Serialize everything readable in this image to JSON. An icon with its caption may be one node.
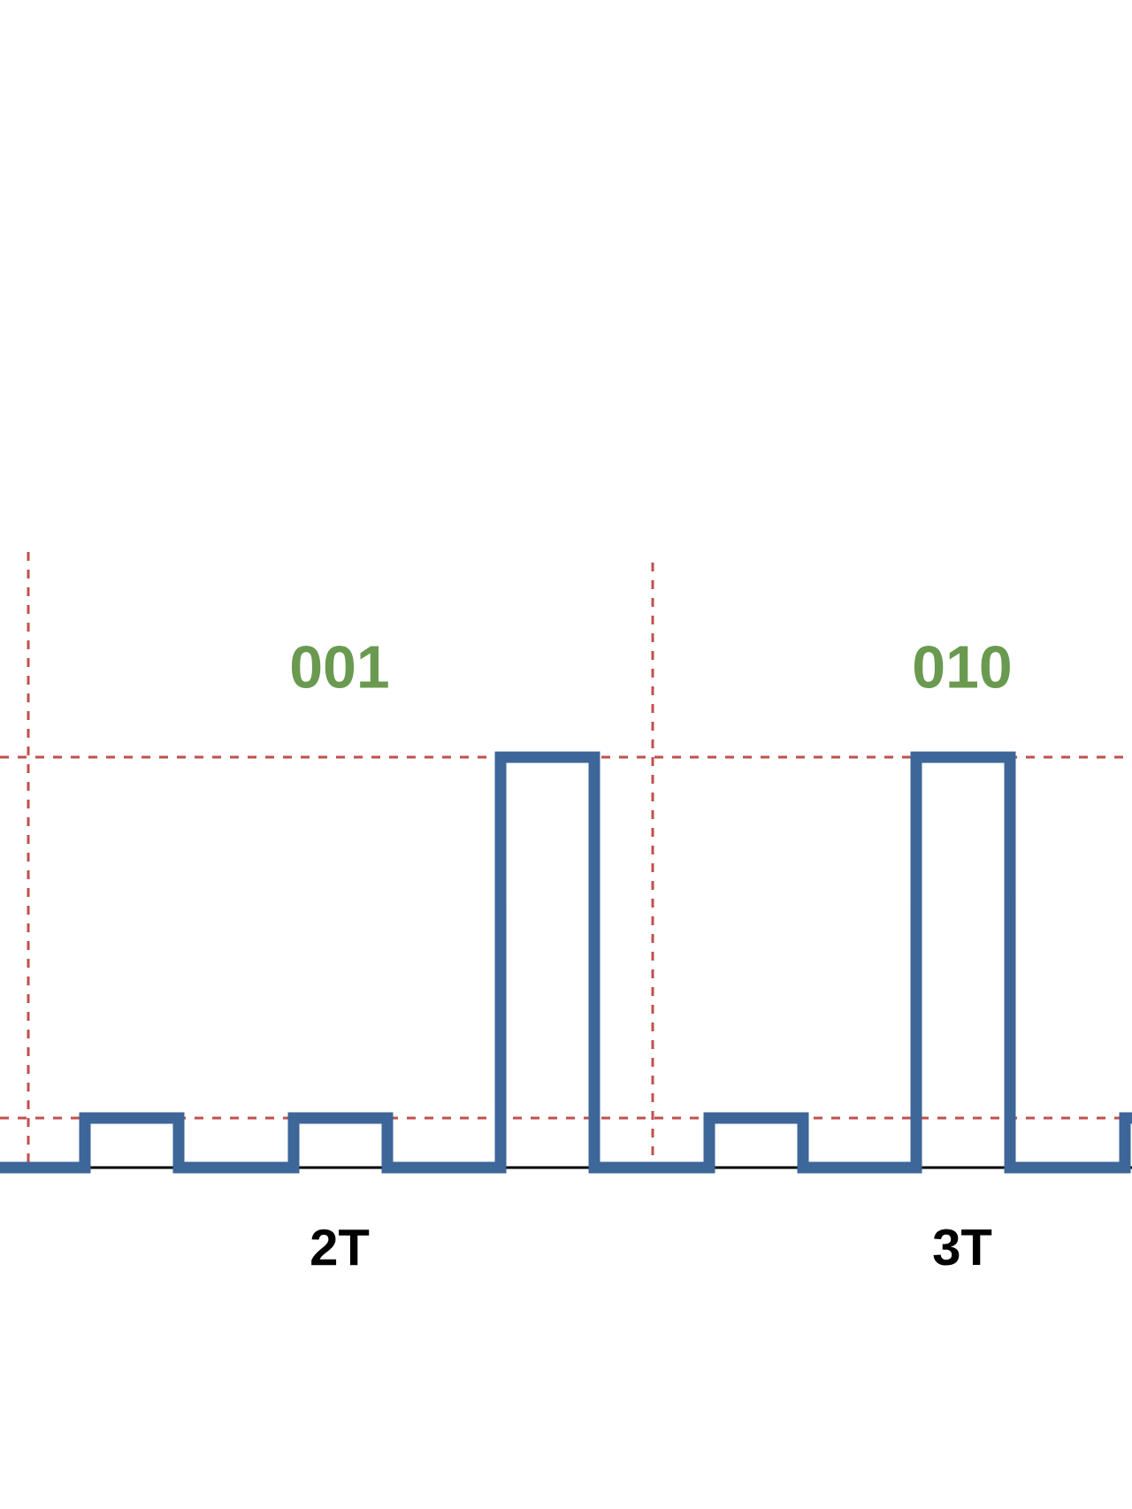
{
  "diagram": {
    "labels": [
      "001",
      "010",
      "2T",
      "3T"
    ]
  }
}
